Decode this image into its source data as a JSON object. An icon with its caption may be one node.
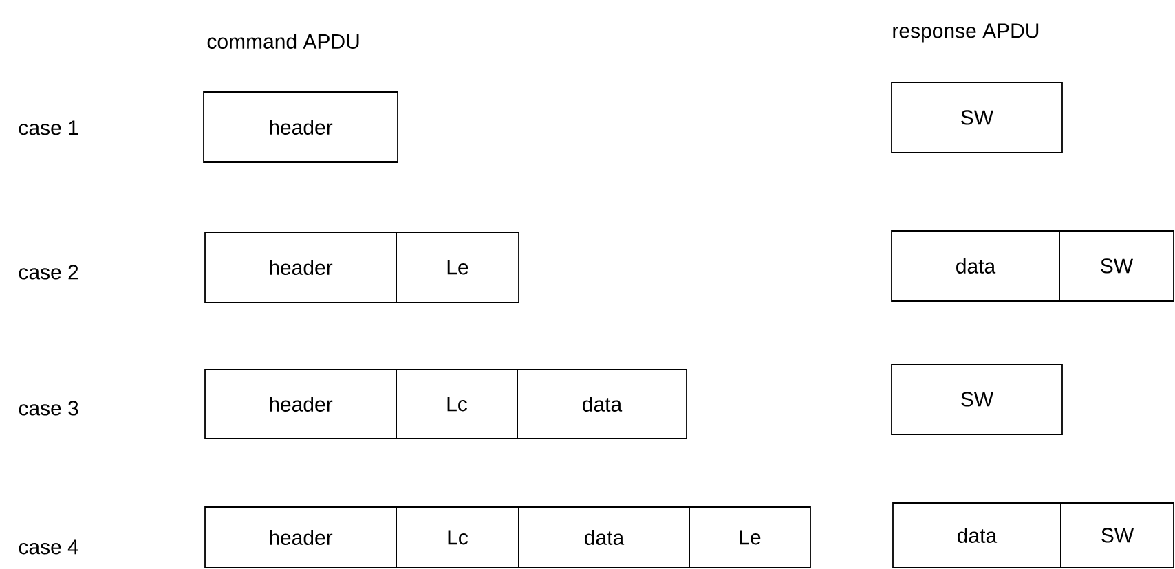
{
  "diagram": {
    "nodes": [
      {
        "text": [
          "header"
        ]
      },
      {
        "text": [
          "SW"
        ]
      },
      {
        "text": [
          "header"
        ]
      },
      {
        "text": [
          "Le"
        ]
      },
      {
        "text": [
          "data"
        ]
      },
      {
        "text": [
          "SW"
        ]
      },
      {
        "text": [
          "header"
        ]
      },
      {
        "text": [
          "Lc"
        ]
      },
      {
        "text": [
          "data"
        ]
      },
      {
        "text": [
          "SW"
        ]
      },
      {
        "text": [
          "header"
        ]
      },
      {
        "text": [
          "Lc"
        ]
      },
      {
        "text": [
          "data"
        ]
      },
      {
        "text": [
          "Le"
        ]
      },
      {
        "text": [
          "data"
        ]
      },
      {
        "text": [
          "SW"
        ]
      }
    ],
    "labels": [
      "command APDU",
      "response APDU",
      "case 1",
      "case 2",
      "case 3",
      "case 4"
    ]
  }
}
